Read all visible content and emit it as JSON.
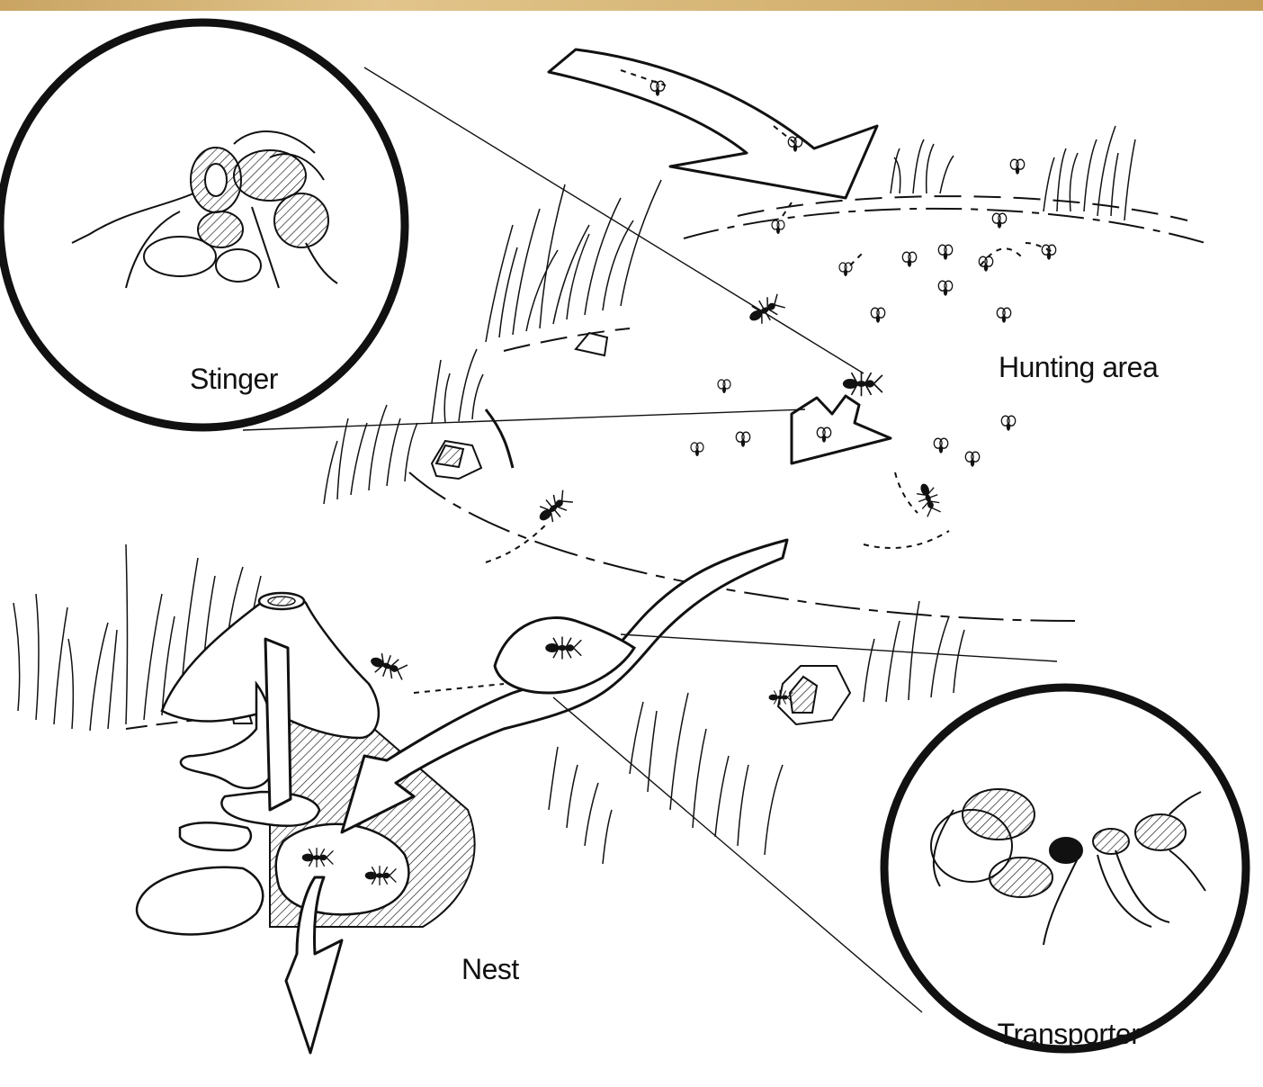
{
  "labels": {
    "stinger": "Stinger",
    "hunting_area": "Hunting area",
    "transporter": "Transporter",
    "nest": "Nest"
  },
  "colors": {
    "ink": "#111111",
    "paper": "#ffffff",
    "top_band": "#d6b575"
  }
}
